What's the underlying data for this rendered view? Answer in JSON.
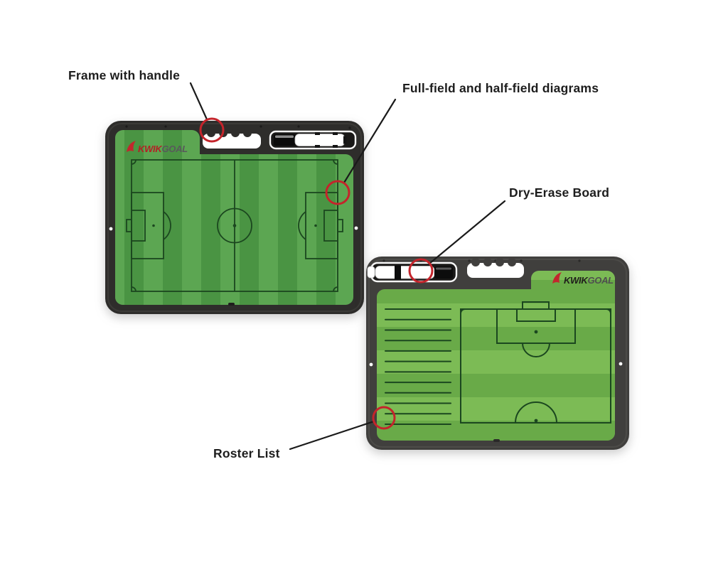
{
  "annotations": {
    "frame_handle": "Frame with handle",
    "fields": "Full-field and half-field diagrams",
    "dry_erase": "Dry-Erase Board",
    "roster": "Roster List"
  },
  "logo": {
    "kwik": "KWIK",
    "goal": "GOAL"
  },
  "boards": {
    "front": {
      "diagram": "full-field"
    },
    "back": {
      "diagram": "half-field",
      "roster_line_count": 12
    }
  },
  "colors": {
    "background": "#FFFFFF",
    "frame_front": "#2E2D2B",
    "frame_back": "#403F3D",
    "front_field_light": "#5CA652",
    "front_field_dark": "#4A9443",
    "back_field_light": "#7CBB55",
    "back_field_dark": "#69AA48",
    "line_green": "#1B471F",
    "logo_red": "#C1272D",
    "logo_gray": "#58595B",
    "annotation_circle_red": "#C4242B",
    "label_text": "#1D1D1D"
  }
}
